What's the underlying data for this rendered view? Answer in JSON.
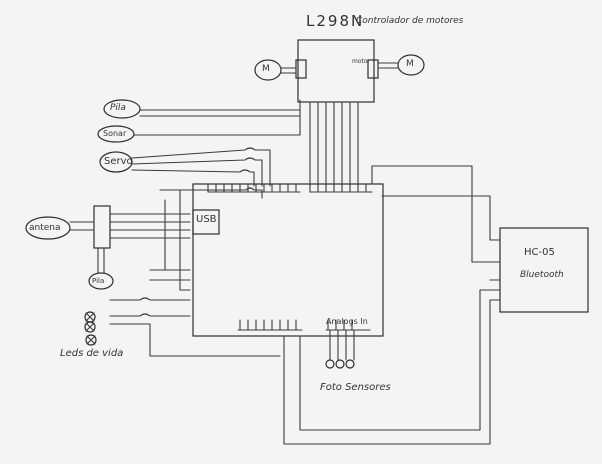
{
  "motor_driver": {
    "title": "L298N",
    "subtitle": "Controlador de motores",
    "motor_left": "M",
    "motor_right": "M",
    "out_label": "motor"
  },
  "inputs": {
    "pila_top": "Pila",
    "sonar": "Sonar",
    "servo": "Servo",
    "antenna": "antena",
    "pila_bottom": "Pila"
  },
  "board": {
    "usb_label": "USB",
    "analog_label": "Analogs In"
  },
  "bluetooth": {
    "model": "HC-05",
    "name": "Bluetooth"
  },
  "outputs": {
    "leds": "Leds de vida",
    "photo": "Foto Sensores"
  },
  "colors": {
    "ink": "#333333",
    "paper": "#f4f4f4"
  }
}
